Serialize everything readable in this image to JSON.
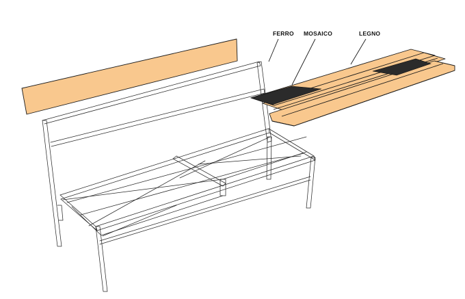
{
  "labels": {
    "ferro": "FERRO",
    "mosaico": "MOSAICO",
    "legno": "LEGNO"
  },
  "colors": {
    "wood": "#F9C88E",
    "mosaic": "#2B2B2B",
    "frame": "#2A2A2A"
  }
}
